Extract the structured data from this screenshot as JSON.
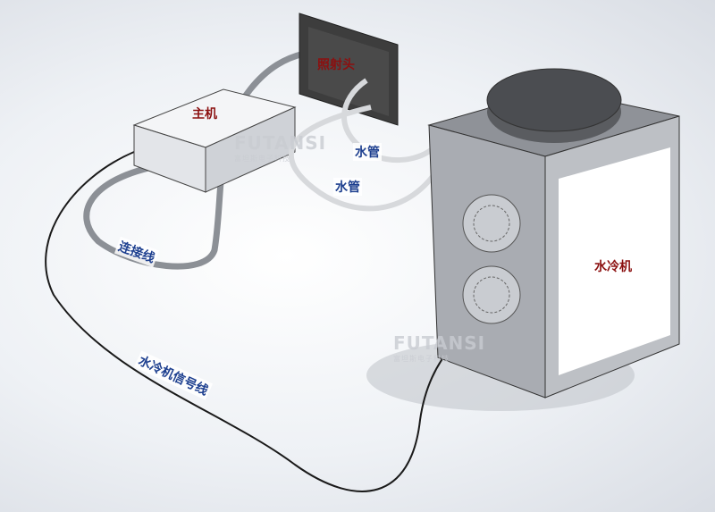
{
  "labels": {
    "host": "主机",
    "irradiation_head": "照射头",
    "water_pipe_1": "水管",
    "water_pipe_2": "水管",
    "connection_cable": "连接线",
    "water_chiller": "水冷机",
    "chiller_signal_cable": "水冷机信号线"
  },
  "watermark": {
    "brand": "FUTANSI",
    "subtitle": "富坦斯电子科技"
  },
  "colors": {
    "label_red": "#8b1010",
    "label_blue": "#1d3f8f"
  }
}
